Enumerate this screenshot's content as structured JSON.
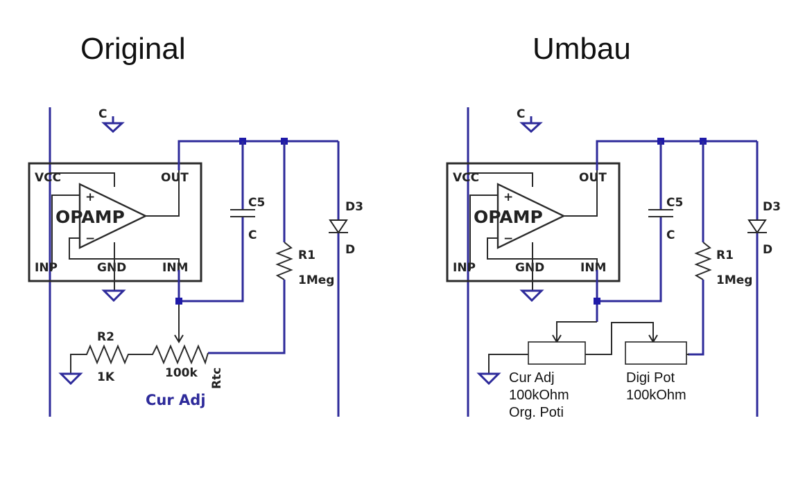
{
  "titles": {
    "left": "Original",
    "right": "Umbau"
  },
  "schematic": {
    "cap_symbol": "C",
    "pin_vcc": "VCC",
    "pin_out": "OUT",
    "pin_inp": "INP",
    "pin_gnd": "GND",
    "pin_inm": "INM",
    "opamp": "OPAMP",
    "plus": "+",
    "minus": "−",
    "c5_name": "C5",
    "c5_value": "C",
    "d3_name": "D3",
    "d3_value": "D",
    "r1_name": "R1",
    "r1_value": "1Meg"
  },
  "original": {
    "r2_name": "R2",
    "r2_value": "1K",
    "pot_value": "100k",
    "pot_name": "Rtc",
    "pot_label": "Cur Adj"
  },
  "umbau": {
    "curadj_line1": "Cur Adj",
    "curadj_line2": "100kOhm",
    "curadj_line3": "Org. Poti",
    "digipot_line1": "Digi Pot",
    "digipot_line2": "100kOhm"
  }
}
